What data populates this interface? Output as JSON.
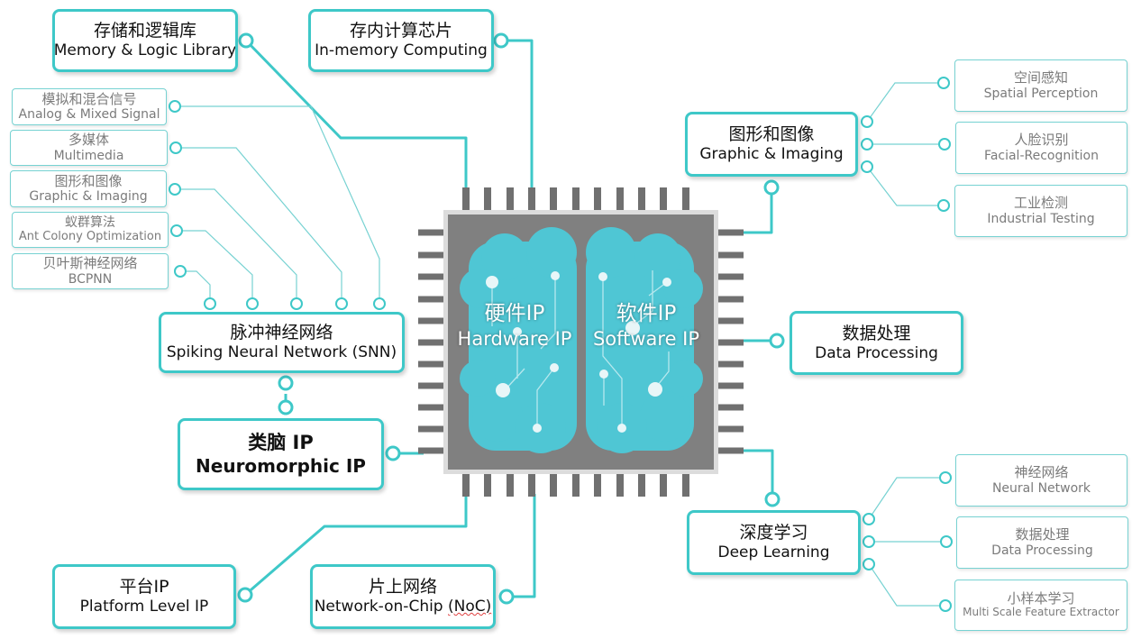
{
  "chip": {
    "hardware": {
      "zh": "硬件IP",
      "en": "Hardware IP"
    },
    "software": {
      "zh": "软件IP",
      "en": "Software IP"
    }
  },
  "main_boxes": {
    "memory_logic": {
      "zh": "存储和逻辑库",
      "en": "Memory & Logic Library"
    },
    "in_memory": {
      "zh": "存内计算芯片",
      "en": "In-memory Computing"
    },
    "snn": {
      "zh": "脉冲神经网络",
      "en": "Spiking Neural Network (SNN)"
    },
    "neuromorphic": {
      "zh": "类脑 IP",
      "en": "Neuromorphic IP"
    },
    "platform": {
      "zh": "平台IP",
      "en": "Platform Level IP"
    },
    "noc": {
      "zh": "片上网络",
      "en_prefix": "Network-on-Chip ",
      "en_noc": "(NoC)"
    },
    "graphic_imaging": {
      "zh": "图形和图像",
      "en": "Graphic & Imaging"
    },
    "data_processing": {
      "zh": "数据处理",
      "en": "Data Processing"
    },
    "deep_learning": {
      "zh": "深度学习",
      "en": "Deep Learning"
    }
  },
  "snn_children": [
    {
      "zh": "模拟和混合信号",
      "en": "Analog & Mixed Signal"
    },
    {
      "zh": "多媒体",
      "en": "Multimedia"
    },
    {
      "zh": "图形和图像",
      "en": "Graphic & Imaging"
    },
    {
      "zh": "蚁群算法",
      "en": "Ant Colony Optimization"
    },
    {
      "zh": "贝叶斯神经网络",
      "en": "BCPNN"
    }
  ],
  "graphic_children": [
    {
      "zh": "空间感知",
      "en": "Spatial Perception"
    },
    {
      "zh": "人脸识别",
      "en": "Facial-Recognition"
    },
    {
      "zh": "工业检测",
      "en": "Industrial Testing"
    }
  ],
  "deep_children": [
    {
      "zh": "神经网络",
      "en": "Neural Network"
    },
    {
      "zh": "数据处理",
      "en": "Data Processing"
    },
    {
      "zh": "小样本学习",
      "en": "Multi Scale Feature Extractor"
    }
  ],
  "colors": {
    "teal": "#3ec8c8",
    "chip_body": "#808080",
    "chip_frame": "#dcdcdc",
    "pin": "#707070",
    "brain": "#4fc6d4"
  }
}
